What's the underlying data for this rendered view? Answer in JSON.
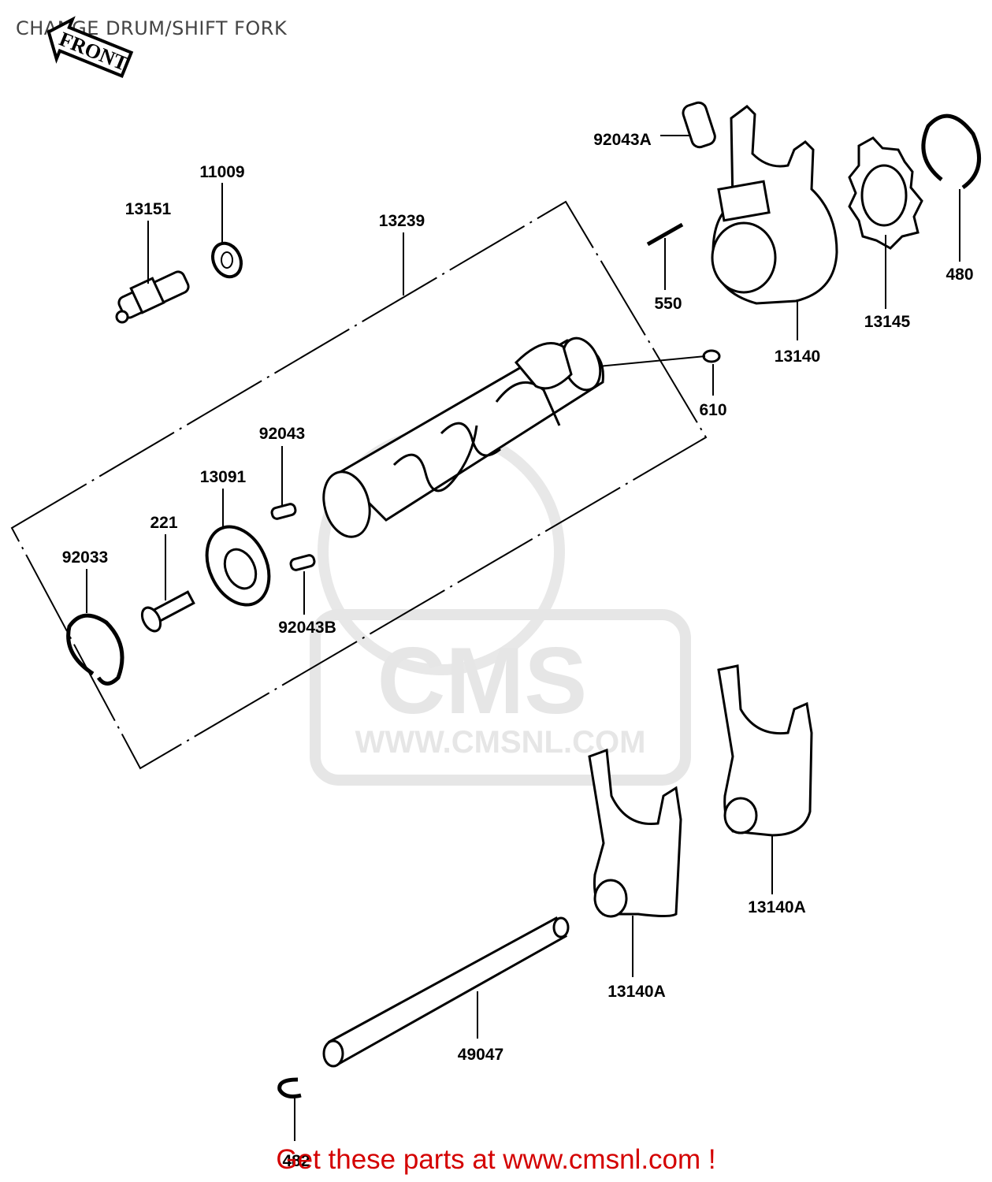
{
  "title": "CHANGE DRUM/SHIFT FORK",
  "front_arrow_label": "FRONT",
  "watermark": {
    "brand": "CMS",
    "url": "WWW.CMSNL.COM"
  },
  "footer": {
    "cta": "Get these parts at www.cmsnl.com !"
  },
  "parts": {
    "p92043A": "92043A",
    "p11009": "11009",
    "p13151": "13151",
    "p13239": "13239",
    "p550": "550",
    "p480": "480",
    "p13140": "13140",
    "p13145": "13145",
    "p610": "610",
    "p92043": "92043",
    "p13091": "13091",
    "p221": "221",
    "p92033": "92033",
    "p92043B": "92043B",
    "p13140A_right": "13140A",
    "p13140A_left": "13140A",
    "p49047": "49047",
    "p482": "482"
  }
}
